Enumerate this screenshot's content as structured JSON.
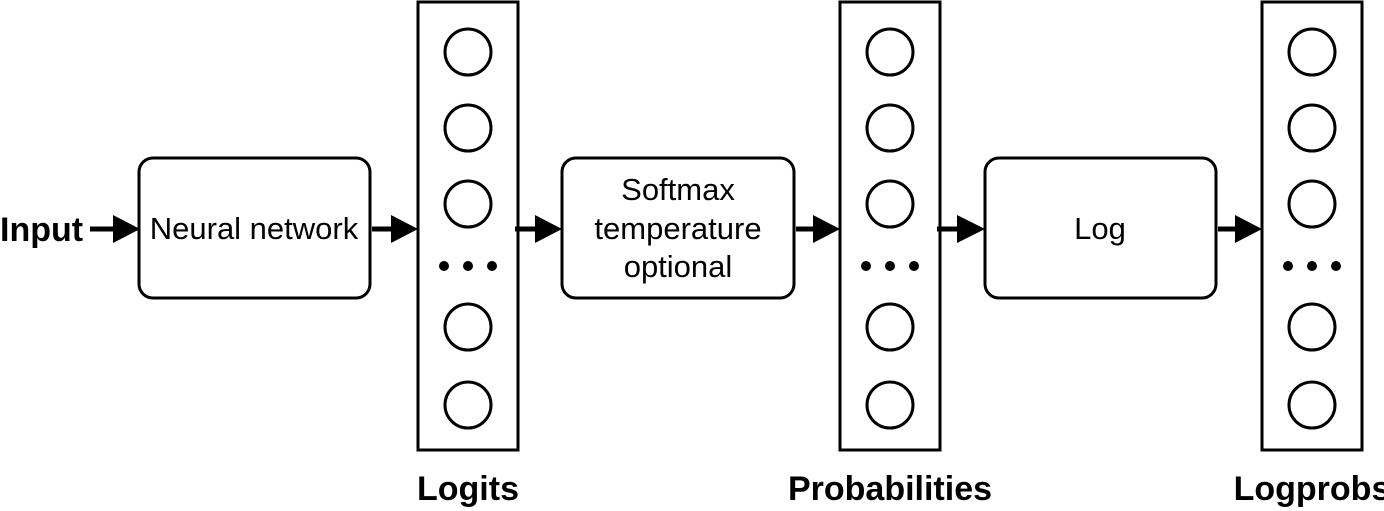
{
  "input_label": "Input",
  "boxes": {
    "neural_network": "Neural network",
    "softmax": [
      "Softmax",
      "temperature",
      "optional"
    ],
    "log": "Log"
  },
  "columns": {
    "logits": "Logits",
    "probabilities": "Probabilities",
    "logprobs": "Logprobs"
  },
  "ellipsis": "•••"
}
